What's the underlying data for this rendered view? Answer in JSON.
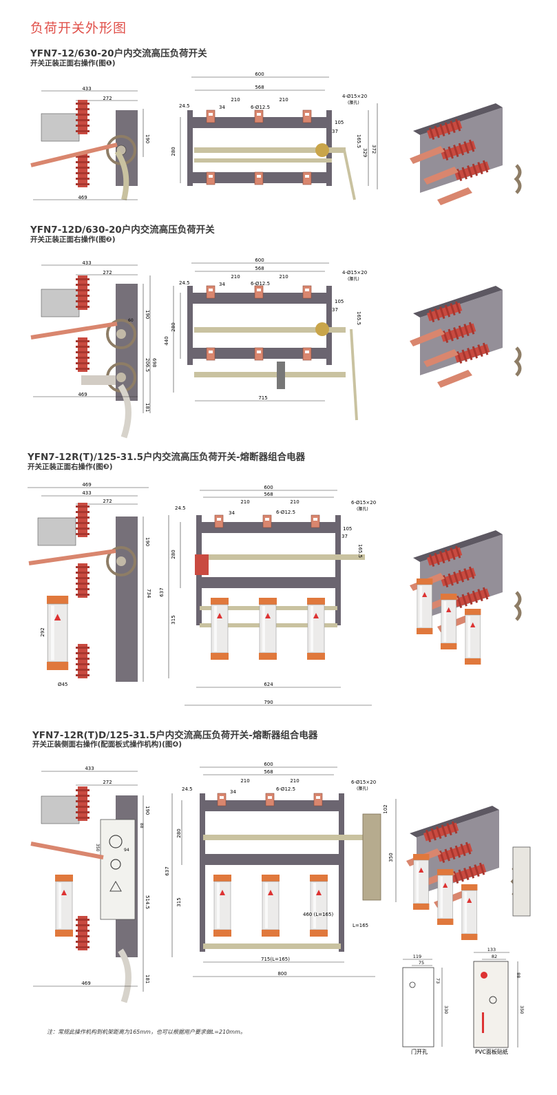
{
  "page_title": "负荷开关外形图",
  "sections": [
    {
      "title": "YFN7-12/630-20户内交流高压负荷开关",
      "subtitle": "开关正装正面右操作(图❶)",
      "side": {
        "w_top": "433",
        "w_ins": "272",
        "h1": "190",
        "bottom": "469"
      },
      "front": {
        "w1": "600",
        "w2": "568",
        "s1": "210",
        "s2": "210",
        "holes": "6-Ø12.5",
        "tab": "24.5",
        "d34": "34",
        "slot": "4-Ø15×20",
        "slot2": "(腰孔)",
        "h_left": "280",
        "r1": "105",
        "r2": "37",
        "r3": "165.5",
        "r4": "329",
        "r5": "372"
      }
    },
    {
      "title": "YFN7-12D/630-20户内交流高压负荷开关",
      "subtitle": "开关正装正面右操作(图❷)",
      "side": {
        "w_top": "433",
        "w_ins": "272",
        "h1": "190",
        "h2": "206.5",
        "h3": "698",
        "h4": "181",
        "a60": "60",
        "bottom": "469"
      },
      "front": {
        "w1": "600",
        "w2": "568",
        "s1": "210",
        "s2": "210",
        "holes": "6-Ø12.5",
        "tab": "24.5",
        "d34": "34",
        "slot": "4-Ø15×20",
        "slot2": "(腰孔)",
        "h_left": "280",
        "h_left2": "440",
        "r1": "105",
        "r2": "37",
        "r3": "165.5",
        "bottom": "715"
      }
    },
    {
      "title": "YFN7-12R(T)/125-31.5户内交流高压负荷开关-熔断器组合电器",
      "subtitle": "开关正装正面右操作(图❸)",
      "side": {
        "w0": "469",
        "w_top": "433",
        "w_ins": "272",
        "h1": "190",
        "h2": "734",
        "fuse": "292",
        "dia": "Ø45"
      },
      "front": {
        "w1": "600",
        "w2": "568",
        "s1": "210",
        "s2": "210",
        "holes": "6-Ø12.5",
        "tab": "24.5",
        "d34": "34",
        "slot": "6-Ø15×20",
        "slot2": "(腰孔)",
        "h_left": "280",
        "h_left2": "637",
        "h_left3": "315",
        "r1": "105",
        "r2": "37",
        "r3": "165.5",
        "bottom1": "624",
        "bottom2": "790"
      }
    },
    {
      "title": "YFN7-12R(T)D/125-31.5户内交流高压负荷开关-熔断器组合电器",
      "subtitle": "开关正装侧面右操作(配面板式操作机构)(图❹)",
      "side": {
        "w_top": "433",
        "w_ins": "272",
        "h1": "190",
        "h_a": "88",
        "h_b": "350",
        "d94": "94",
        "h2": "514.5",
        "h3": "181",
        "bottom": "469"
      },
      "front": {
        "w1": "600",
        "w2": "568",
        "s1": "210",
        "s2": "210",
        "holes": "6-Ø12.5",
        "tab": "24.5",
        "d34": "34",
        "slot": "6-Ø15×20",
        "slot2": "(腰孔)",
        "h_left": "280",
        "h_left2": "637",
        "h_left3": "315",
        "r102": "102",
        "r350": "350",
        "l460": "460 (L=165)",
        "l165": "L=165",
        "bottom1": "715(L=165)",
        "bottom2": "800"
      }
    }
  ],
  "door_hole": {
    "w1": "119",
    "w2": "75",
    "h1": "73",
    "h2": "330",
    "caption": "门开孔"
  },
  "panel": {
    "w1": "133",
    "w2": "82",
    "h1": "88",
    "h2": "350",
    "caption": "PVC面板贴纸"
  },
  "note": "注：常规此操作机构到机架距离为165mm，也可以根据用户要求做L=210mm。",
  "colors": {
    "title": "#e0504a",
    "insulator": "#c94a40",
    "frame": "#6b6570",
    "copper": "#d9866e",
    "fuse": "#e6e3e0",
    "fuse_cap": "#e0783c",
    "shaft": "#c9c2a0"
  }
}
